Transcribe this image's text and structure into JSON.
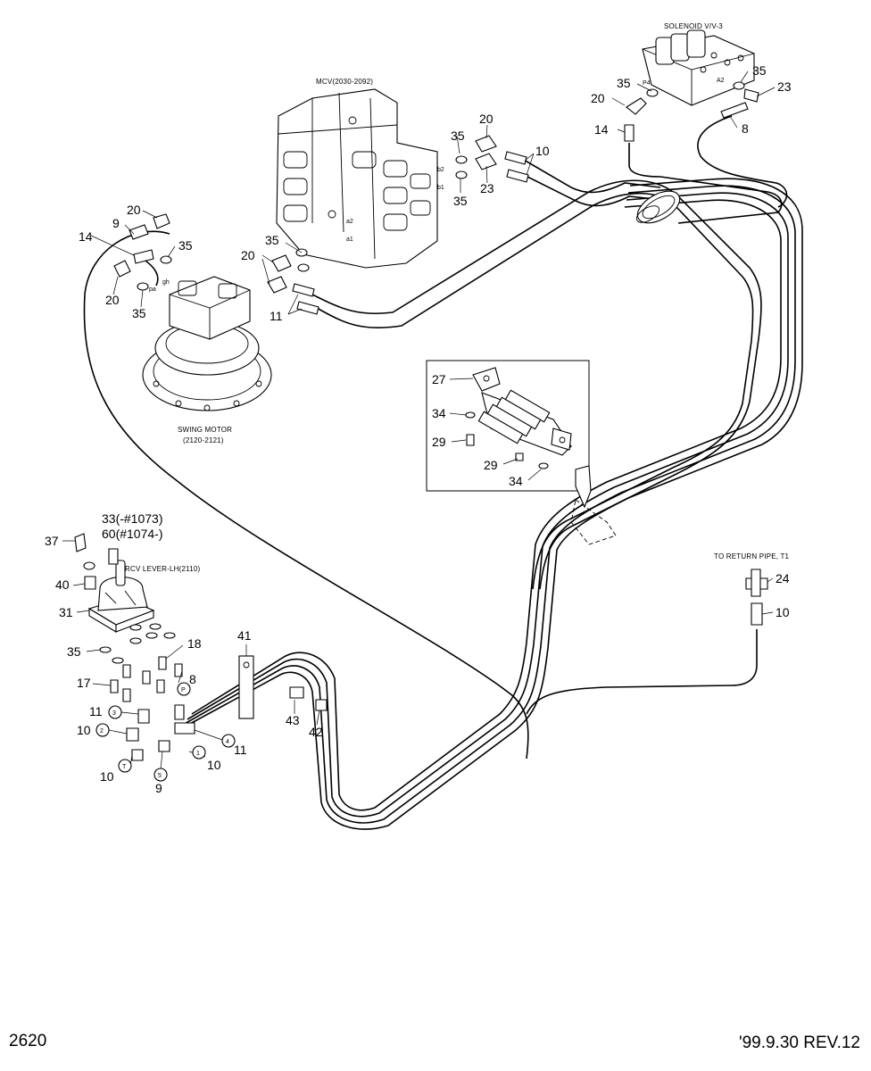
{
  "components": {
    "solenoid_valve": "SOLENOID V/V-3",
    "mcv": "MCV(2030-2092)",
    "swing_motor_name": "SWING MOTOR",
    "swing_motor_code": "(2120-2121)",
    "rcv_lever": "RCV LEVER-LH(2110)",
    "return_pipe": "TO RETURN PIPE, T1"
  },
  "port_labels": {
    "p4": "P4",
    "a2": "A2",
    "b2": "b2",
    "b1": "b1",
    "a2_mcv": "a2",
    "a1_mcv": "a1",
    "gh": "gh",
    "pa": "pa"
  },
  "part_callouts": {
    "c33": "33(-#1073)",
    "c60": "60(#1074-)",
    "c37": "37",
    "c40": "40",
    "c31": "31",
    "c35_rcv": "35",
    "c18": "18",
    "c17": "17",
    "c8_rcv": "8",
    "c11_rcv": "11",
    "c10_rcv": "10",
    "c10_rcv_b": "10",
    "c10_rcv_c": "10",
    "c9_rcv": "9",
    "c11_rcv_b": "11",
    "c41": "41",
    "c43": "43",
    "c42": "42",
    "c27": "27",
    "c34_a": "34",
    "c29_a": "29",
    "c29_b": "29",
    "c34_b": "34",
    "c24": "24",
    "c10_ret": "10",
    "c20_sol": "20",
    "c35_sol_a": "35",
    "c35_sol_b": "35",
    "c23_sol": "23",
    "c14_sol": "14",
    "c8_sol": "8",
    "c20_mcv": "20",
    "c35_mcv_a": "35",
    "c10_mcv": "10",
    "c35_mcv_b": "35",
    "c23_mcv": "23",
    "c20_sw": "20",
    "c9_sw": "9",
    "c14_sw": "14",
    "c35_sw_a": "35",
    "c20_sw_b": "20",
    "c35_sw_b": "35",
    "c35_mcv_c": "35",
    "c20_mcv_b": "20",
    "c11_mcv": "11"
  },
  "port_markers": {
    "m3": "3",
    "m2": "2",
    "mT": "T",
    "m5": "5",
    "m1": "1",
    "m4": "4",
    "mP": "P"
  },
  "footer": {
    "page_number": "2620",
    "revision": "'99.9.30 REV.12"
  }
}
